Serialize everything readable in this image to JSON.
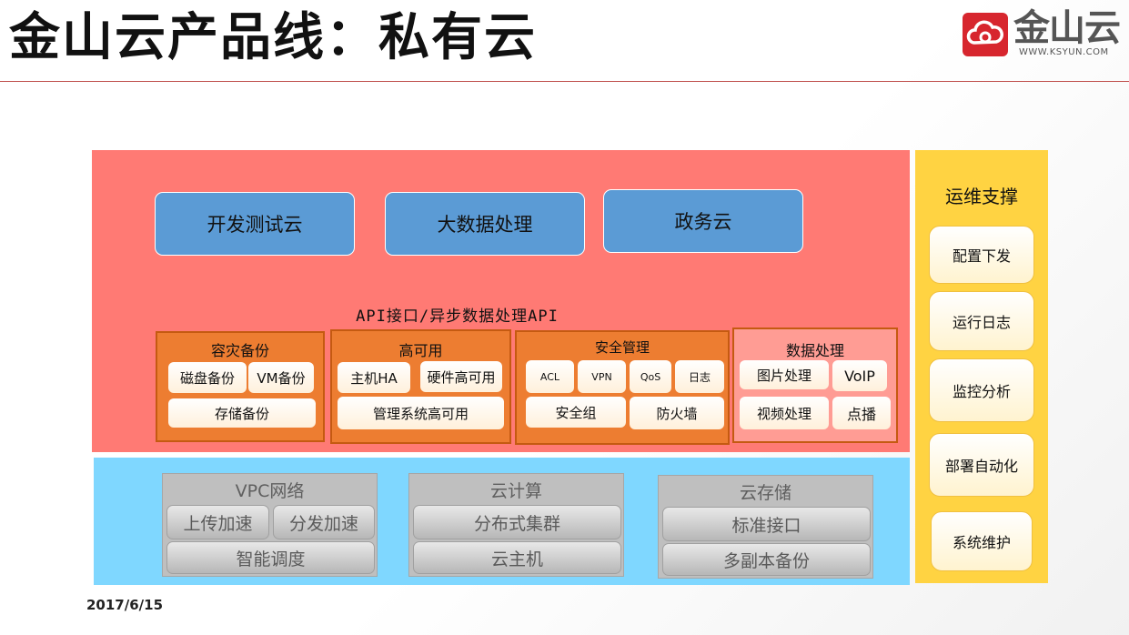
{
  "header": {
    "title": "金山云产品线：私有云"
  },
  "logo": {
    "icon": "cloud-logo-icon",
    "name": "金山云",
    "url": "WWW.KSYUN.COM",
    "color": "#d7262e"
  },
  "scenarios": [
    "开发测试云",
    "大数据处理",
    "政务云"
  ],
  "api_label": "API接口/异步数据处理API",
  "groups": {
    "disaster": {
      "title": "容灾备份",
      "items": [
        "磁盘备份",
        "VM备份",
        "存储备份"
      ]
    },
    "ha": {
      "title": "高可用",
      "items": [
        "主机HA",
        "硬件高可用",
        "管理系统高可用"
      ]
    },
    "security": {
      "title": "安全管理",
      "items": [
        "ACL",
        "VPN",
        "QoS",
        "日志",
        "安全组",
        "防火墙"
      ]
    },
    "data": {
      "title": "数据处理",
      "items": [
        "图片处理",
        "VoIP",
        "视频处理",
        "点播"
      ]
    }
  },
  "infra": {
    "vpc": {
      "title": "VPC网络",
      "items": [
        "上传加速",
        "分发加速",
        "智能调度"
      ]
    },
    "compute": {
      "title": "云计算",
      "items": [
        "分布式集群",
        "云主机"
      ]
    },
    "storage": {
      "title": "云存储",
      "items": [
        "标准接口",
        "多副本备份"
      ]
    }
  },
  "ops": {
    "title": "运维支撑",
    "items": [
      "配置下发",
      "运行日志",
      "监控分析",
      "部署自动化",
      "系统维护"
    ]
  },
  "footer": {
    "date": "2017/6/15"
  },
  "colors": {
    "upper_panel": "#ff7a74",
    "lower_panel": "#7fd7ff",
    "ops_panel": "#ffd342",
    "scenario": "#5b9bd5",
    "group": "#ed7d31"
  }
}
